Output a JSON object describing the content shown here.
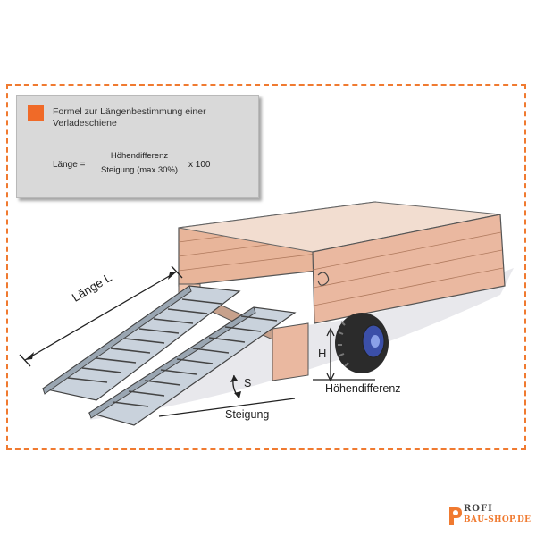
{
  "formula": {
    "title": "Formel zur Längenbestimmung einer Verladeschiene",
    "lhs": "Länge =",
    "numerator": "Höhendifferenz",
    "denominator": "Steigung (max 30%)",
    "factor": "x 100"
  },
  "labels": {
    "length": "Länge L",
    "height": "H",
    "height_difference": "Höhendifferenz",
    "slope_symbol": "S",
    "slope": "Steigung"
  },
  "logo": {
    "line1": "ROFI",
    "line2": "BAU-SHOP.DE"
  },
  "colors": {
    "accent": "#f06a28",
    "frame": "#f07a30",
    "wood": "#e8b59a",
    "tyre": "#2b2b2b",
    "rim": "#3b4fa8"
  }
}
